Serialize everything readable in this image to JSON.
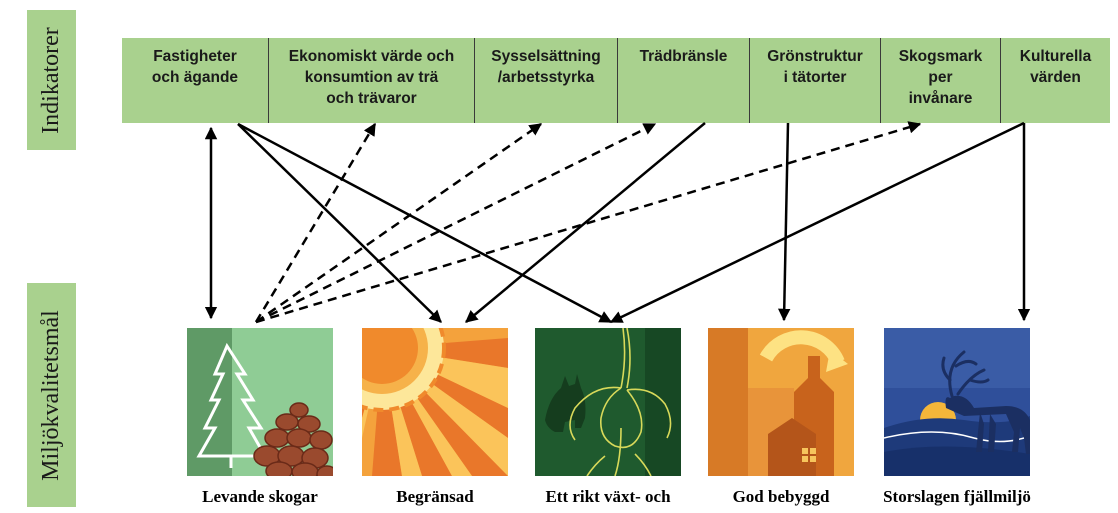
{
  "side_labels": {
    "indicators": "Indikatorer",
    "goals": "Miljökvalitetsmål"
  },
  "indicators": [
    "Fastigheter\noch ägande",
    "Ekonomiskt värde och\nkonsumtion av trä\noch trävaror",
    "Sysselsättning\n/arbetsstyrka",
    "Trädbränsle",
    "Grönstruktur\ni tätorter",
    "Skogsmark\nper\ninvånare",
    "Kulturella\nvärden"
  ],
  "goals": [
    {
      "caption": "Levande skogar",
      "icon": "forest-tree-cone-icon"
    },
    {
      "caption": "Begränsad",
      "icon": "sun-rays-icon"
    },
    {
      "caption": "Ett rikt växt- och",
      "icon": "lynx-orchid-icon"
    },
    {
      "caption": "God bebyggd",
      "icon": "town-house-icon"
    },
    {
      "caption": "Storslagen fjällmiljö",
      "icon": "reindeer-mountain-icon"
    }
  ],
  "links": [
    {
      "from": "Fastigheter\noch ägande",
      "to": "Levande skogar",
      "style": "solid",
      "direction": "both"
    },
    {
      "from": "Fastigheter\noch ägande",
      "to": "Begränsad",
      "style": "solid",
      "direction": "to-goal"
    },
    {
      "from": "Fastigheter\noch ägande",
      "to": "Ett rikt växt- och",
      "style": "solid",
      "direction": "to-goal"
    },
    {
      "from": "Levande skogar",
      "to": "Ekonomiskt värde och\nkonsumtion av trä\noch trävaror",
      "style": "dashed",
      "direction": "to-indicator"
    },
    {
      "from": "Levande skogar",
      "to": "Sysselsättning\n/arbetsstyrka",
      "style": "dashed",
      "direction": "to-indicator"
    },
    {
      "from": "Levande skogar",
      "to": "Trädbränsle",
      "style": "dashed",
      "direction": "to-indicator"
    },
    {
      "from": "Levande skogar",
      "to": "Skogsmark\nper\ninvånare",
      "style": "dashed",
      "direction": "to-indicator"
    },
    {
      "from": "Trädbränsle",
      "to": "Begränsad",
      "style": "solid",
      "direction": "to-goal"
    },
    {
      "from": "Grönstruktur\ni tätorter",
      "to": "God bebyggd",
      "style": "solid",
      "direction": "to-goal"
    },
    {
      "from": "Kulturella\nvärden",
      "to": "Ett rikt växt- och",
      "style": "solid",
      "direction": "to-goal"
    },
    {
      "from": "Kulturella\nvärden",
      "to": "Storslagen fjällmiljö",
      "style": "solid",
      "direction": "to-goal"
    }
  ],
  "colors": {
    "indicator_fill": "#a9d18e",
    "forest_green": "#68a06b",
    "sun_orange": "#f08a2c",
    "species_green": "#1f5a2e",
    "town_orange": "#e08a30",
    "mountain_blue": "#2f4f9a"
  }
}
